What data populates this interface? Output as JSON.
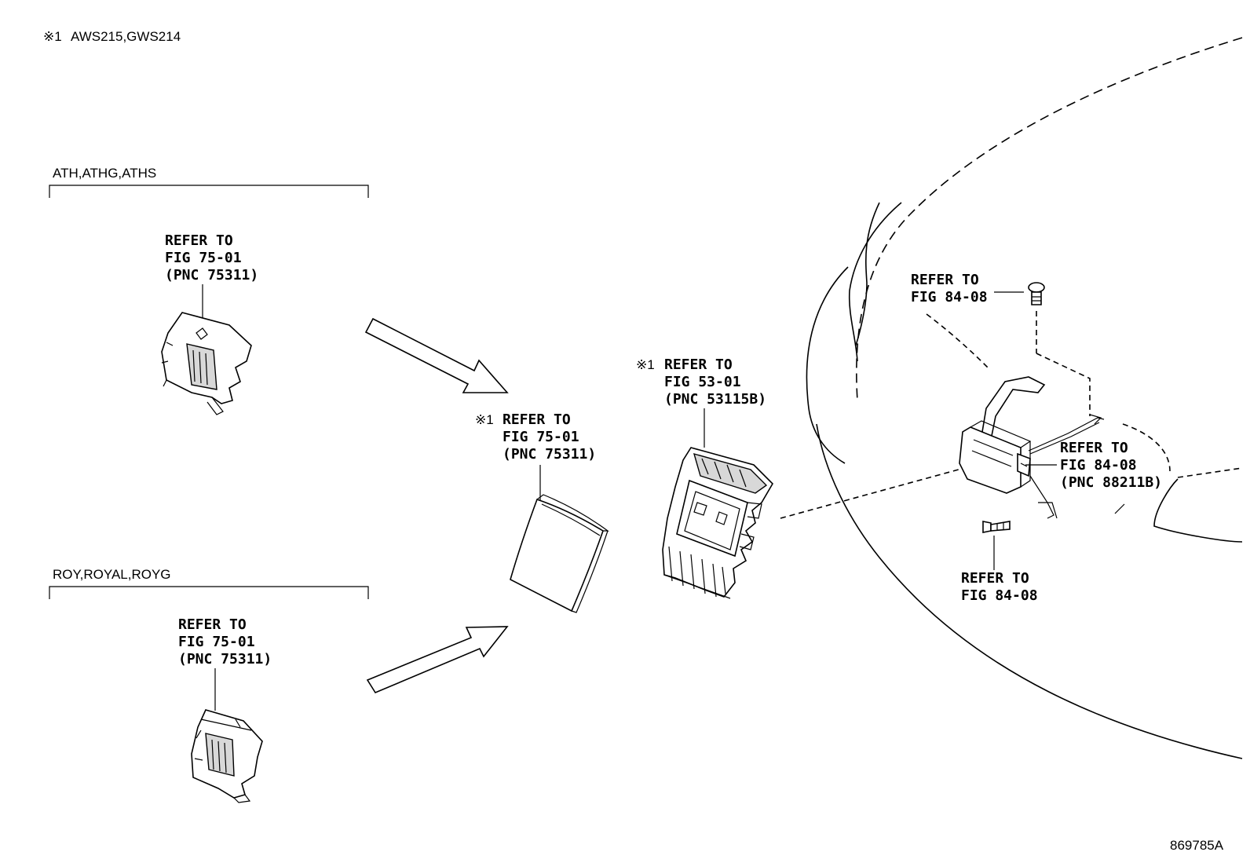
{
  "note": {
    "mark": "※1",
    "text": "AWS215,GWS214"
  },
  "variant_top": {
    "title": "ATH,ATHG,ATHS",
    "refer": [
      "REFER TO",
      "FIG 75-01",
      "(PNC 75311)"
    ]
  },
  "variant_bottom": {
    "title": "ROY,ROYAL,ROYG",
    "refer": [
      "REFER TO",
      "FIG 75-01",
      "(PNC 75311)"
    ]
  },
  "emblem_cover": {
    "mark": "※1",
    "refer": [
      "REFER TO",
      "FIG 75-01",
      "(PNC 75311)"
    ]
  },
  "grille": {
    "mark": "※1",
    "refer": [
      "REFER TO",
      "FIG 53-01",
      "(PNC 53115B)"
    ]
  },
  "sensor_bolt_top": {
    "refer": [
      "REFER TO",
      "FIG 84-08"
    ]
  },
  "sensor": {
    "refer": [
      "REFER TO",
      "FIG 84-08",
      "(PNC 88211B)"
    ]
  },
  "sensor_bolt_bottom": {
    "refer": [
      "REFER TO",
      "FIG 84-08"
    ]
  },
  "drawing_id": "869785A"
}
